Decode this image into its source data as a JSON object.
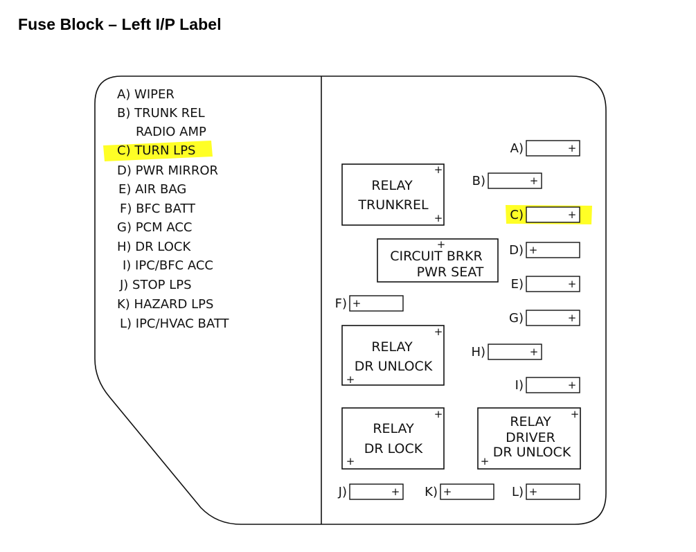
{
  "title": "Fuse Block – Left I/P Label",
  "colors": {
    "highlight": "#ffff00",
    "line": "#111111"
  },
  "legend": [
    {
      "id": "A",
      "lines": [
        "A) WIPER"
      ],
      "highlight": false
    },
    {
      "id": "B",
      "lines": [
        "B) TRUNK REL",
        "RADIO AMP"
      ],
      "highlight": false
    },
    {
      "id": "C",
      "lines": [
        "C) TURN LPS"
      ],
      "highlight": true
    },
    {
      "id": "D",
      "lines": [
        "D) PWR MIRROR"
      ],
      "highlight": false
    },
    {
      "id": "E",
      "lines": [
        "E) AIR BAG"
      ],
      "highlight": false
    },
    {
      "id": "F",
      "lines": [
        "F) BFC BATT"
      ],
      "highlight": false
    },
    {
      "id": "G",
      "lines": [
        "G) PCM ACC"
      ],
      "highlight": false
    },
    {
      "id": "H",
      "lines": [
        "H) DR LOCK"
      ],
      "highlight": false
    },
    {
      "id": "I",
      "lines": [
        "I) IPC/BFC ACC"
      ],
      "highlight": false
    },
    {
      "id": "J",
      "lines": [
        "J) STOP LPS"
      ],
      "highlight": false
    },
    {
      "id": "K",
      "lines": [
        "K) HAZARD LPS"
      ],
      "highlight": false
    },
    {
      "id": "L",
      "lines": [
        "L) IPC/HVAC BATT"
      ],
      "highlight": false
    }
  ],
  "fuse_slots": [
    {
      "label": "A)",
      "plus_side": "right",
      "highlight": false
    },
    {
      "label": "B)",
      "plus_side": "right",
      "highlight": false
    },
    {
      "label": "C)",
      "plus_side": "right",
      "highlight": true
    },
    {
      "label": "D)",
      "plus_side": "left",
      "highlight": false
    },
    {
      "label": "E)",
      "plus_side": "right",
      "highlight": false
    },
    {
      "label": "F)",
      "plus_side": "left",
      "highlight": false
    },
    {
      "label": "G)",
      "plus_side": "right",
      "highlight": false
    },
    {
      "label": "H)",
      "plus_side": "right",
      "highlight": false
    },
    {
      "label": "I)",
      "plus_side": "right",
      "highlight": false
    },
    {
      "label": "J)",
      "plus_side": "right",
      "highlight": false
    },
    {
      "label": "K)",
      "plus_side": "left",
      "highlight": false
    },
    {
      "label": "L)",
      "plus_side": "left",
      "highlight": false
    }
  ],
  "relays": [
    {
      "id": "trunk-rel",
      "lines": [
        "RELAY",
        "TRUNKREL"
      ]
    },
    {
      "id": "circuit-brkr",
      "lines": [
        "CIRCUIT BRKR",
        "PWR SEAT"
      ]
    },
    {
      "id": "dr-unlock",
      "lines": [
        "RELAY",
        "DR UNLOCK"
      ]
    },
    {
      "id": "dr-lock",
      "lines": [
        "RELAY",
        "DR LOCK"
      ]
    },
    {
      "id": "driver-dr-unlock",
      "lines": [
        "RELAY",
        "DRIVER",
        "DR UNLOCK"
      ]
    }
  ],
  "plus_symbol": "+"
}
